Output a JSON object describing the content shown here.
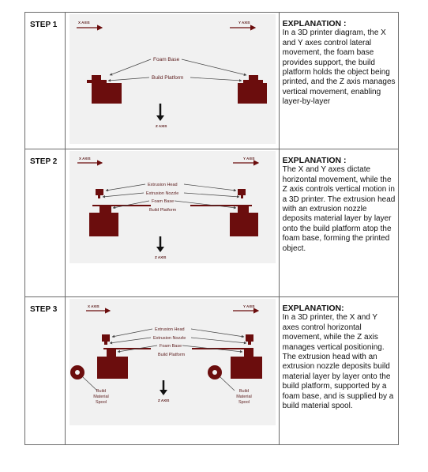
{
  "steps": [
    {
      "label": "STEP 1",
      "explanation_title": "EXPLANATION :",
      "explanation": "In a 3D printer diagram, the X and Y axes control lateral movement, the foam base provides support, the build platform holds the object being printed, and the Z axis manages vertical movement, enabling layer-by-layer",
      "diagram": {
        "x_axis": "X AXIS",
        "y_axis": "Y AXIS",
        "z_axis": "Z AXIS",
        "foam_base": "Foam Base",
        "build_platform": "Build Platform"
      }
    },
    {
      "label": "STEP 2",
      "explanation_title": "EXPLANATION :",
      "explanation": "The X and Y axes dictate horizontal movement, while the Z axis controls vertical motion in a 3D printer. The extrusion head with an extrusion nozzle deposits material layer by layer onto the build platform atop the foam base, forming the printed object.",
      "diagram": {
        "x_axis": "X AXIS",
        "y_axis": "Y AXIS",
        "z_axis": "Z AXIS",
        "extrusion_head": "Extrusion Head",
        "extrusion_nozzle": "Extrusion Nozzle",
        "foam_base": "Foam Base",
        "build_platform": "Build Platform"
      }
    },
    {
      "label": "STEP 3",
      "explanation_title": "EXPLANATION:",
      "explanation": "In a 3D printer, the X and Y axes control horizontal movement, while the Z axis manages vertical positioning. The extrusion head with an extrusion nozzle deposits build material layer by layer onto the build platform, supported by a foam base, and is supplied by a build material spool.",
      "diagram": {
        "x_axis": "X AXIS",
        "y_axis": "Y AXIS",
        "z_axis": "Z AXIS",
        "extrusion_head": "Extrusion Head",
        "extrusion_nozzle": "Extrusion Nozzle",
        "foam_base": "Foam Base",
        "build_platform": "Build Platform",
        "spool_left_1": "Build",
        "spool_left_2": "Material",
        "spool_left_3": "Spool",
        "spool_right_1": "Build",
        "spool_right_2": "Material",
        "spool_right_3": "Spool"
      }
    }
  ],
  "colors": {
    "printer_part": "#6b0d0d",
    "label_text": "#5a1a1a",
    "panel_background": "#f1f1f1",
    "grid_line": "#6b6b6b"
  }
}
